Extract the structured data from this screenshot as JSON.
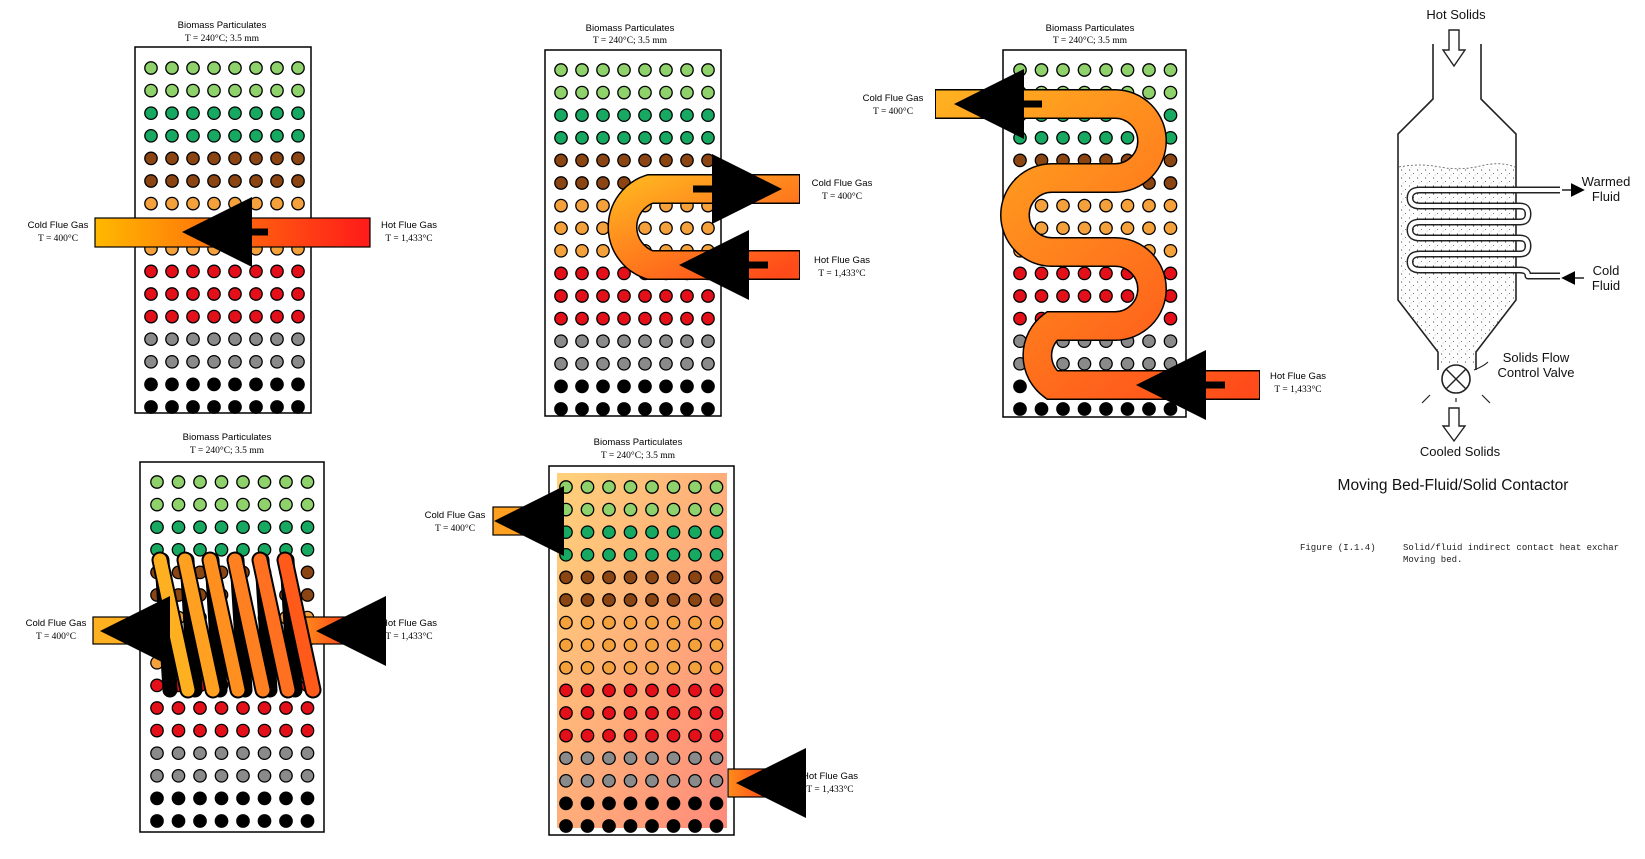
{
  "colors": {
    "light_green": "#8fd16a",
    "green": "#17a862",
    "brown": "#8b4513",
    "orange": "#f4a13c",
    "red": "#e3101a",
    "gray": "#8a8a8a",
    "black": "#000000",
    "cold_gas": "#ffb400",
    "hot_gas": "#ff1a1a"
  },
  "particle_rows": [
    "light_green",
    "light_green",
    "green",
    "green",
    "brown",
    "brown",
    "orange",
    "orange",
    "orange",
    "red",
    "red",
    "red",
    "gray",
    "gray",
    "black",
    "black"
  ],
  "labels": {
    "biomass": "Biomass Particulates",
    "biomass_sub": "T = 240°C; 3.5 mm",
    "cold_gas": "Cold Flue Gas",
    "cold_temp": "T = 400°C",
    "hot_gas": "Hot Flue Gas",
    "hot_temp": "T = 1,433°C"
  },
  "contactor": {
    "hot_solids": "Hot Solids",
    "warmed_fluid_1": "Warmed",
    "warmed_fluid_2": "Fluid",
    "cold_fluid_1": "Cold",
    "cold_fluid_2": "Fluid",
    "valve_1": "Solids Flow",
    "valve_2": "Control Valve",
    "cooled_solids": "Cooled Solids",
    "title": "Moving Bed-Fluid/Solid Contactor",
    "caption_label": "Figure (I.1.4)",
    "caption_line1": "Solid/fluid indirect contact heat exchar",
    "caption_line2": "Moving bed."
  }
}
